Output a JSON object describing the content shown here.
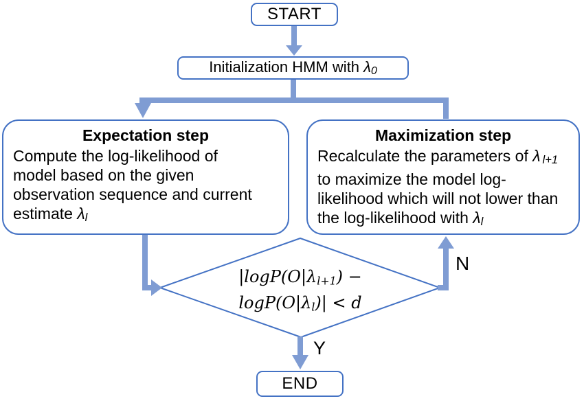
{
  "flowchart": {
    "start": {
      "label": "START"
    },
    "init": {
      "text": "Initialization HMM with ",
      "lambda": "λ",
      "sub": "0"
    },
    "expectation": {
      "title": "Expectation step",
      "line1": "Compute the log-likelihood of",
      "line2": "model based on the given",
      "line3": "observation sequence and current",
      "line4_pre": "estimate ",
      "lambda": "λ",
      "line4_sub": "l"
    },
    "maximization": {
      "title": "Maximization step",
      "line1_pre": "Recalculate the parameters of ",
      "lambda": "λ",
      "line1_sub": "l+1",
      "line2": "to maximize the model log-",
      "line3": "likelihood which will not lower than",
      "line4_pre": "the log-likelihood with ",
      "line4_sub": "l"
    },
    "decision": {
      "line1_pre": "|logP(O|λ",
      "line1_sub": "l+1",
      "line1_post": ") −",
      "line2_pre": "logP(O|λ",
      "line2_sub": "l",
      "line2_post": ")| < d"
    },
    "end": {
      "label": "END"
    },
    "labels": {
      "yes": "Y",
      "no": "N"
    },
    "colors": {
      "node_border": "#4472C4",
      "connector": "#7F9CD3",
      "text": "#000000",
      "background": "#FFFFFF"
    }
  }
}
